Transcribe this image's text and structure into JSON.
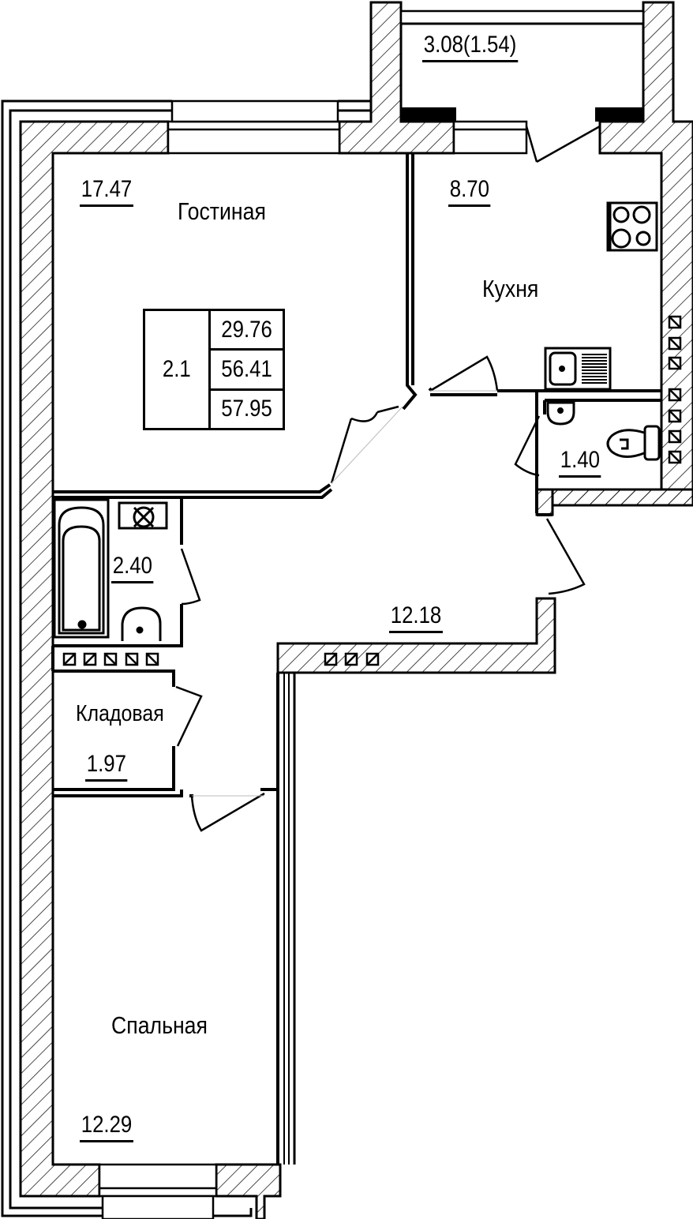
{
  "plan": {
    "apartment_number": "2.1",
    "summary_areas": {
      "living_area": "29.76",
      "total_area": "56.41",
      "total_area_with_balcony": "57.95"
    },
    "rooms": [
      {
        "id": "living-room",
        "name": "Гостиная",
        "area": "17.47"
      },
      {
        "id": "kitchen",
        "name": "Кухня",
        "area": "8.70"
      },
      {
        "id": "balcony",
        "name": "",
        "area": "3.08(1.54)"
      },
      {
        "id": "toilet",
        "name": "",
        "area": "1.40"
      },
      {
        "id": "bathroom",
        "name": "",
        "area": "2.40"
      },
      {
        "id": "hallway",
        "name": "",
        "area": "12.18"
      },
      {
        "id": "storage",
        "name": "Кладовая",
        "area": "1.97"
      },
      {
        "id": "bedroom",
        "name": "Спальная",
        "area": "12.29"
      }
    ],
    "fixtures": [
      "stove-icon",
      "kitchen-sink-icon",
      "toilet-icon",
      "washbasin-icon",
      "bathtub-icon",
      "boiler-icon",
      "ventilation-shaft-icon"
    ],
    "colors": {
      "line": "#000000",
      "background": "#ffffff",
      "hatch": "#000000"
    }
  }
}
